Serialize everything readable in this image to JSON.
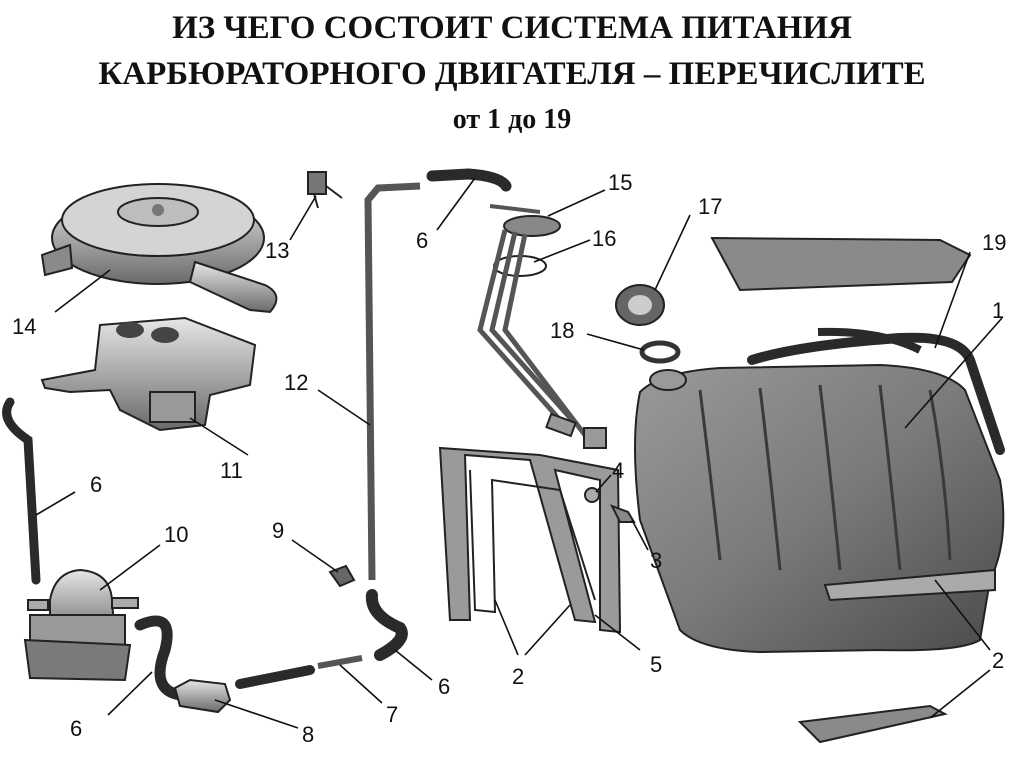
{
  "title": {
    "line1": "ИЗ ЧЕГО СОСТОИТ СИСТЕМА ПИТАНИЯ",
    "line2": "КАРБЮРАТОРНОГО ДВИГАТЕЛЯ – ПЕРЕЧИСЛИТЕ",
    "line3": "от 1 до 19"
  },
  "callouts": {
    "n1": "1",
    "n2a": "2",
    "n2b": "2",
    "n3": "3",
    "n4": "4",
    "n5": "5",
    "n6a": "6",
    "n6b": "6",
    "n6c": "6",
    "n6d": "6",
    "n7": "7",
    "n8": "8",
    "n9": "9",
    "n10": "10",
    "n11": "11",
    "n12": "12",
    "n13": "13",
    "n14": "14",
    "n15": "15",
    "n16": "16",
    "n17": "17",
    "n18": "18",
    "n19": "19"
  }
}
